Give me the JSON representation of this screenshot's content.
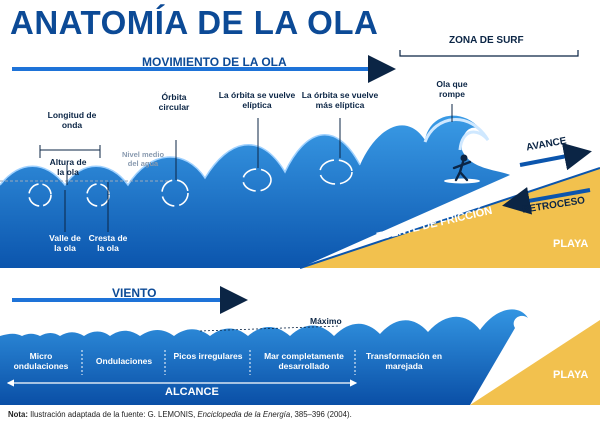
{
  "title": "ANATOMÍA DE LA OLA",
  "top": {
    "wave_movement": "MOVIMIENTO DE LA OLA",
    "surf_zone": "ZONA DE SURF",
    "wavelength": "Longitud de onda",
    "wave_height": "Altura de la ola",
    "still_water": "Nivel medio del agua",
    "trough": "Valle de la ola",
    "crest": "Cresta de la ola",
    "circular_orbit": "Órbita circular",
    "elliptical_orbit": "La órbita se vuelve elíptica",
    "more_elliptical_orbit": "La órbita se vuelve más elíptica",
    "breaking_wave": "Ola que rompe",
    "advance": "AVANCE",
    "backwash": "RETROCESO",
    "friction_source": "FUENTE DE FRICCIÓN",
    "beach": "PLAYA"
  },
  "bottom": {
    "wind": "VIENTO",
    "maximum": "Máximo",
    "stages": [
      "Micro ondulaciones",
      "Ondulaciones",
      "Picos irregulares",
      "Mar completamente desarrollado",
      "Transformación en marejada"
    ],
    "fetch": "ALCANCE",
    "beach": "PLAYA"
  },
  "note": {
    "label": "Nota:",
    "text": "Ilustración adaptada de la fuente: G. LEMONIS,",
    "source_title": "Enciclopedia de la Energía",
    "source_rest": ", 385–396 (2004)."
  },
  "colors": {
    "ocean_deep": "#0d5bb5",
    "ocean_light": "#2f8fe0",
    "sand": "#f2c14e",
    "title_blue": "#0c4a96",
    "dark_text": "#0b2545"
  }
}
